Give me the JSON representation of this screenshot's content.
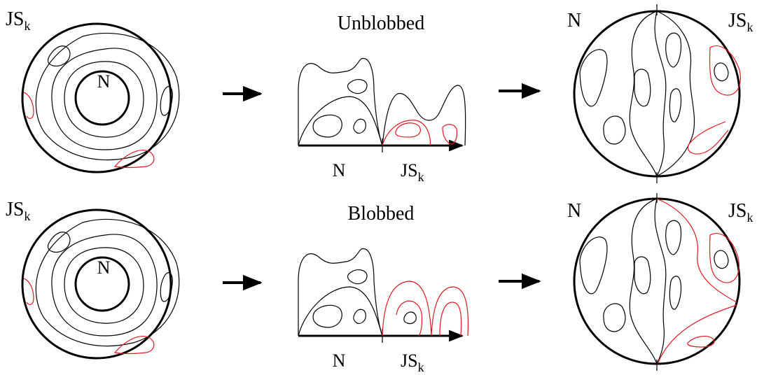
{
  "colors": {
    "ink": "#000000",
    "highlight": "#e0191f",
    "background": "#ffffff"
  },
  "rows": [
    {
      "title": "Unblobbed",
      "left_disk": {
        "corner_label": "JS",
        "corner_sub": "k",
        "center_label": "N"
      },
      "middle": {
        "base_left_label": "N",
        "base_right_label": "JS",
        "base_right_sub": "k"
      },
      "right_disk": {
        "left_label": "N",
        "right_label": "JS",
        "right_sub": "k"
      }
    },
    {
      "title": "Blobbed",
      "left_disk": {
        "corner_label": "JS",
        "corner_sub": "k",
        "center_label": "N"
      },
      "middle": {
        "base_left_label": "N",
        "base_right_label": "JS",
        "base_right_sub": "k"
      },
      "right_disk": {
        "left_label": "N",
        "right_label": "JS",
        "right_sub": "k"
      }
    }
  ],
  "arrow_icon": "right-arrow-icon"
}
